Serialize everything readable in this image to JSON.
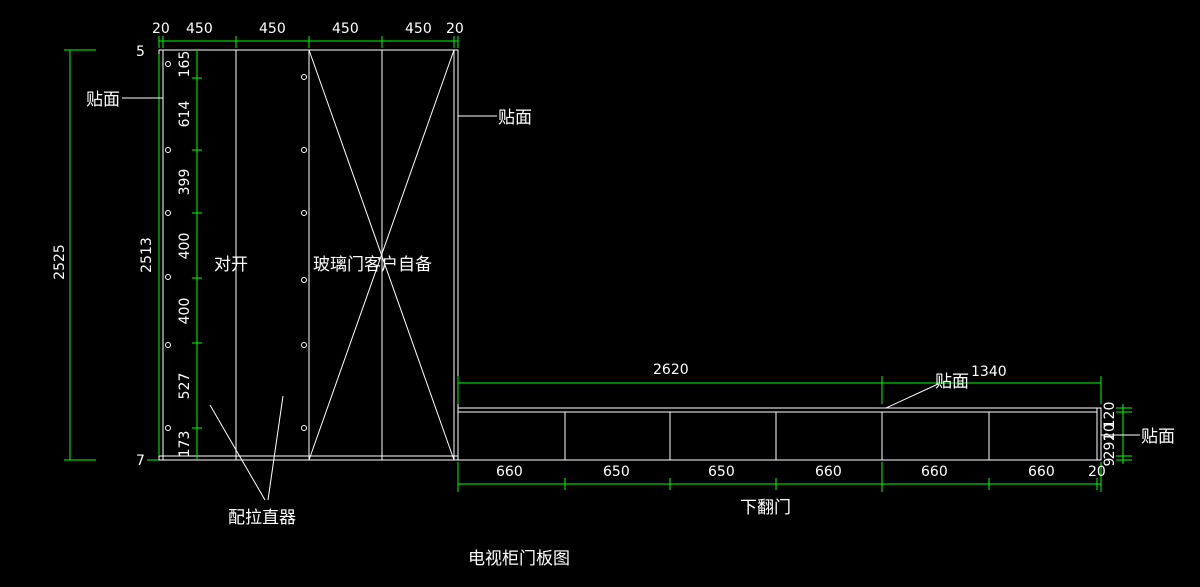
{
  "title": "电视柜门板图",
  "labels": {
    "veneer": "贴面",
    "double_door": "对开",
    "glass_door": "玻璃门客户自备",
    "with_pull": "配拉直器",
    "flip_door": "下翻门"
  },
  "top_dims": [
    "20",
    "450",
    "450",
    "450",
    "450",
    "20"
  ],
  "left_dims": {
    "overall": "2525",
    "panel": "2513",
    "top_gap": "5",
    "bottom_gap": "7",
    "segments": [
      "165",
      "614",
      "399",
      "400",
      "400",
      "527",
      "173"
    ]
  },
  "lower_dims": {
    "total": "2620",
    "right_part": "1340",
    "bottom": [
      "660",
      "650",
      "650",
      "660",
      "660",
      "660",
      "20"
    ],
    "right_side": [
      "120",
      "20",
      "9",
      "291"
    ]
  },
  "colors": {
    "background": "#000000",
    "line": "#ffffff",
    "dimension": "#00ff00",
    "text": "#ffffff"
  }
}
